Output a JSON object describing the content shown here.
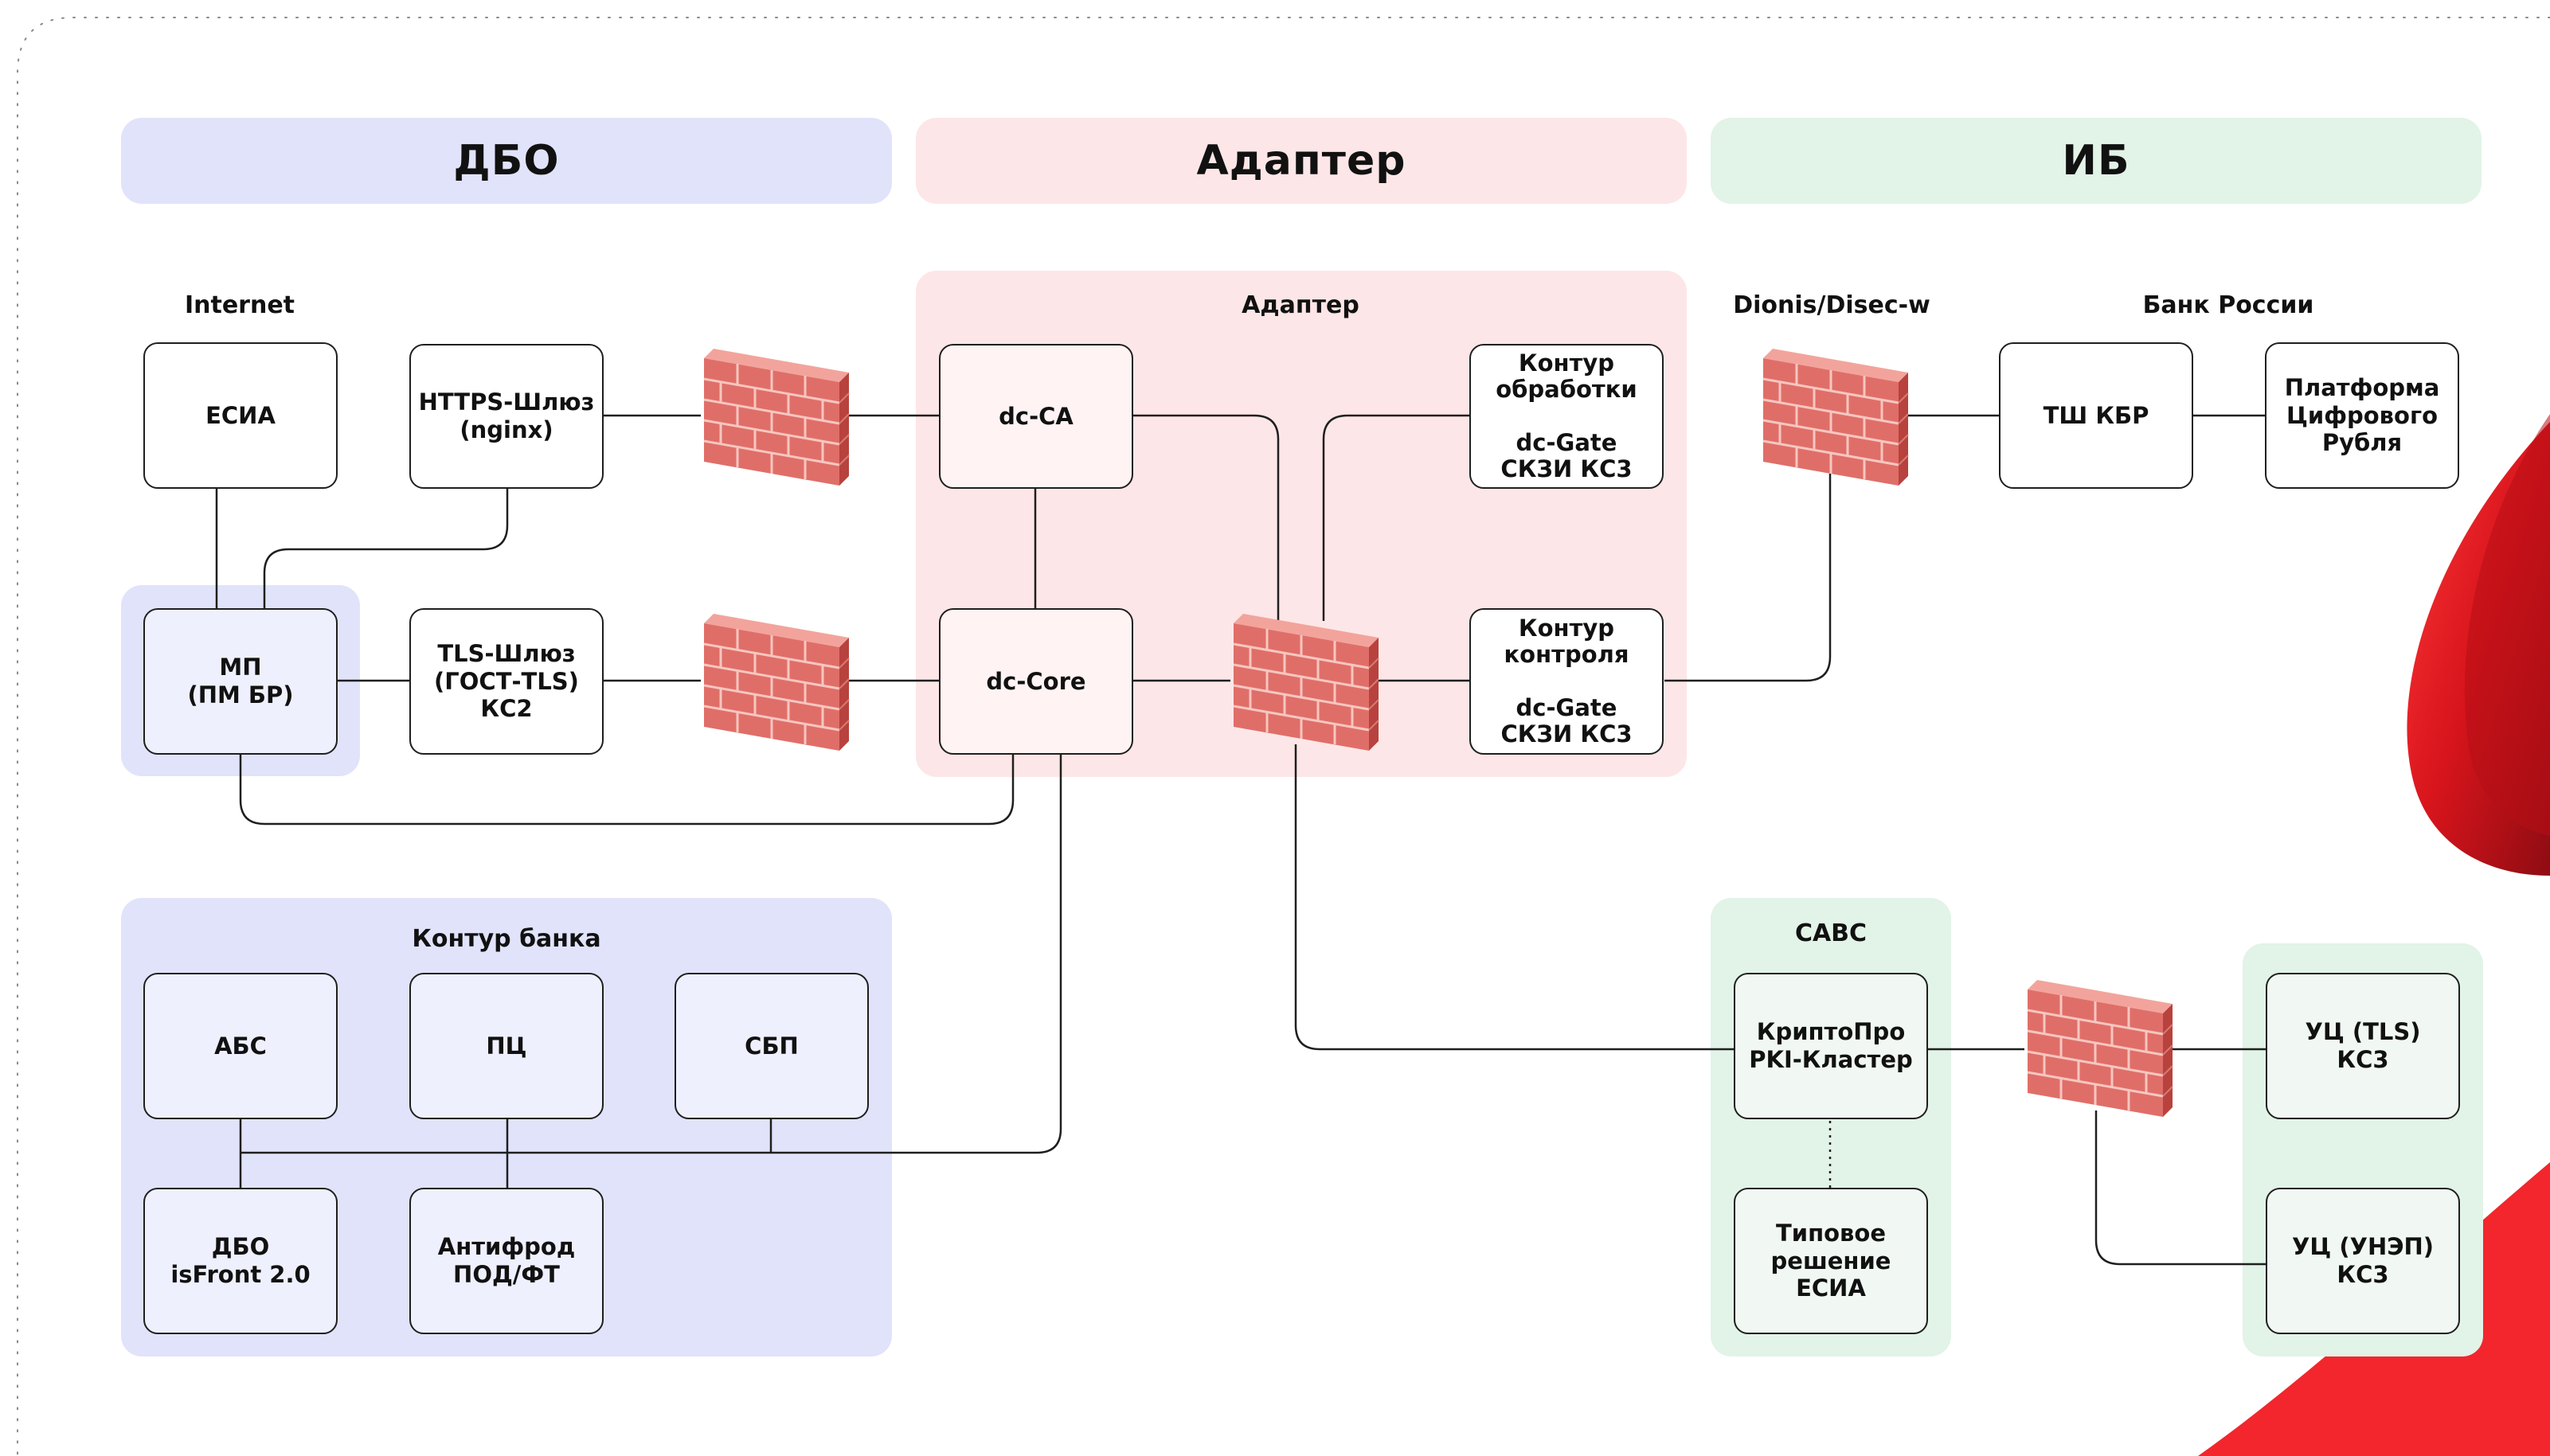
{
  "headers": {
    "dbo": "ДБО",
    "adapter": "Адаптер",
    "ib": "ИБ"
  },
  "group_labels": {
    "internet": "Internet",
    "adapter": "Адаптер",
    "dionis": "Dionis/Disec-w",
    "bank_russia": "Банк России",
    "bank_contour": "Контур банка",
    "savs": "САВС"
  },
  "nodes": {
    "esia": "ЕСИА",
    "https_gateway": "HTTPS-Шлюз\n(nginx)",
    "mp": "МП\n(ПМ БР)",
    "tls_gateway": "TLS-Шлюз\n(ГОСТ-TLS)\nКС2",
    "dc_ca": "dc-CA",
    "dc_core": "dc-Core",
    "processing_contour": "Контур\nобработки\n\ndc-Gate\nСКЗИ КС3",
    "control_contour": "Контур\nконтроля\n\ndc-Gate\nСКЗИ КС3",
    "tsh_kbr": "ТШ КБР",
    "digital_ruble": "Платформа\nЦифрового\nРубля",
    "abs": "АБС",
    "pc": "ПЦ",
    "sbp": "СБП",
    "dbo_isfront": "ДБО\nisFront 2.0",
    "antifraud": "Антифрод\nПОД/ФТ",
    "cryptopro": "КриптоПро\nPKI-Кластер",
    "typical_esia": "Типовое\nрешение\nЕСИА",
    "uc_tls": "УЦ (TLS)\nКС3",
    "uc_unep": "УЦ (УНЭП)\nКС3"
  },
  "colors": {
    "dbo_bg": "#e1e3fb",
    "adapter_bg": "#fde6e7",
    "ib_bg": "#e2f3e7",
    "firewall": "#e06e68",
    "accent_red": "#e5232a"
  },
  "icons": [
    "firewall-icon"
  ]
}
